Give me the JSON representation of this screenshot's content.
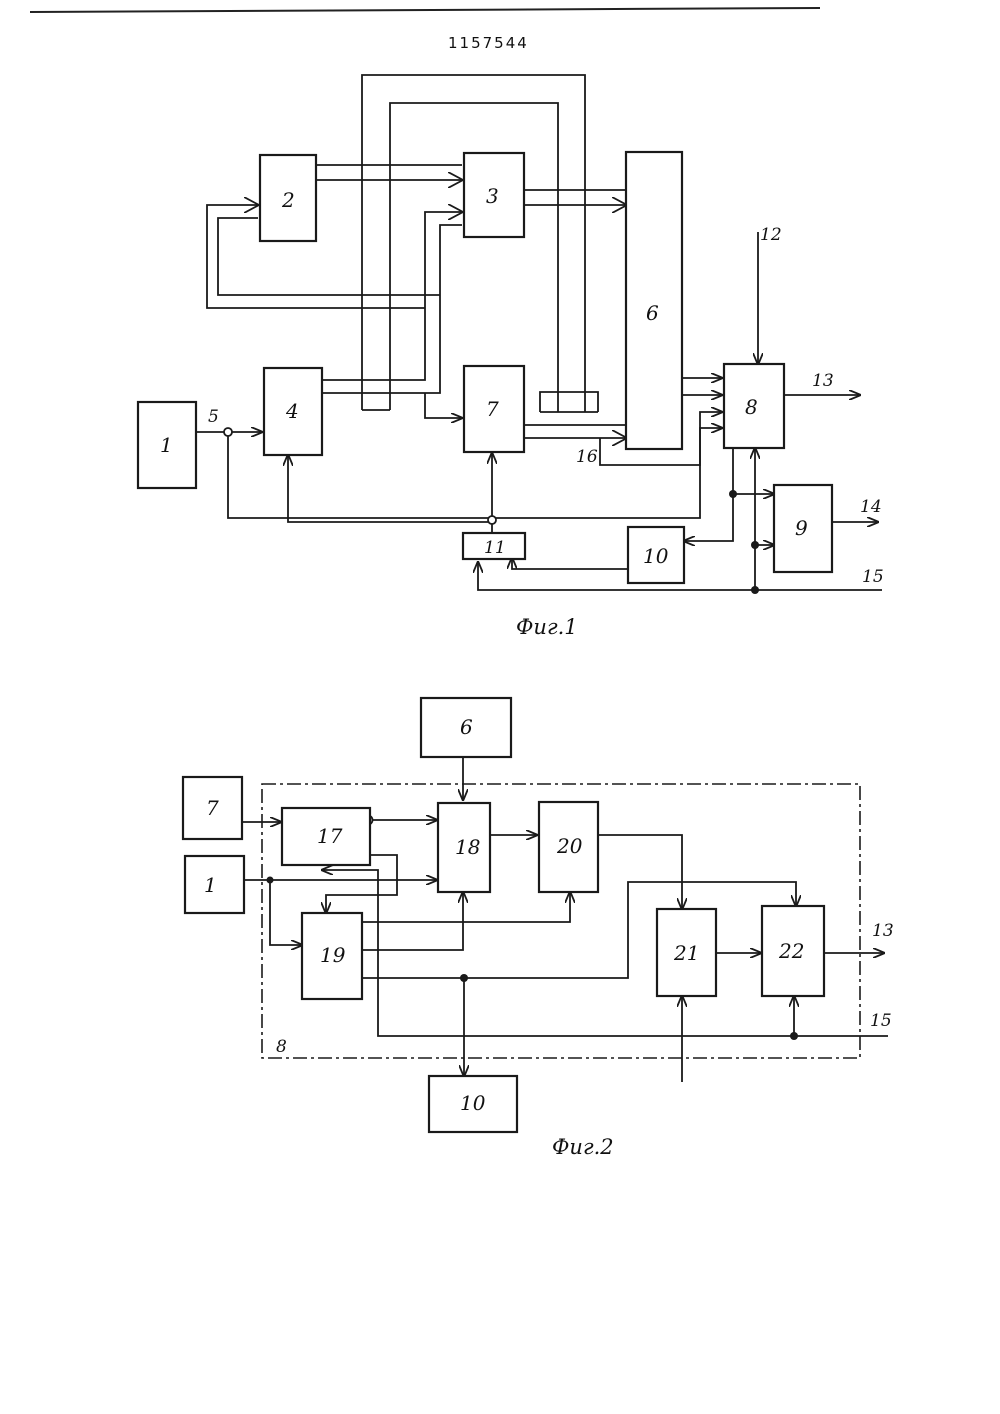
{
  "patent_number": "1157544",
  "figure1": {
    "caption": "Фиг.1",
    "blocks": {
      "b1": "1",
      "b2": "2",
      "b3": "3",
      "b4": "4",
      "b6": "6",
      "b7": "7",
      "b8": "8",
      "b9": "9",
      "b10": "10",
      "b11": "11"
    },
    "line_labels": {
      "l5": "5",
      "l12": "12",
      "l13": "13",
      "l14": "14",
      "l15": "15",
      "l16": "16"
    }
  },
  "figure2": {
    "caption": "Фиг.2",
    "blocks": {
      "b6": "6",
      "b7": "7",
      "b1": "1",
      "b17": "17",
      "b18": "18",
      "b19": "19",
      "b20": "20",
      "b21": "21",
      "b22": "22",
      "b10": "10"
    },
    "line_labels": {
      "l8": "8",
      "l13": "13",
      "l15": "15"
    }
  }
}
